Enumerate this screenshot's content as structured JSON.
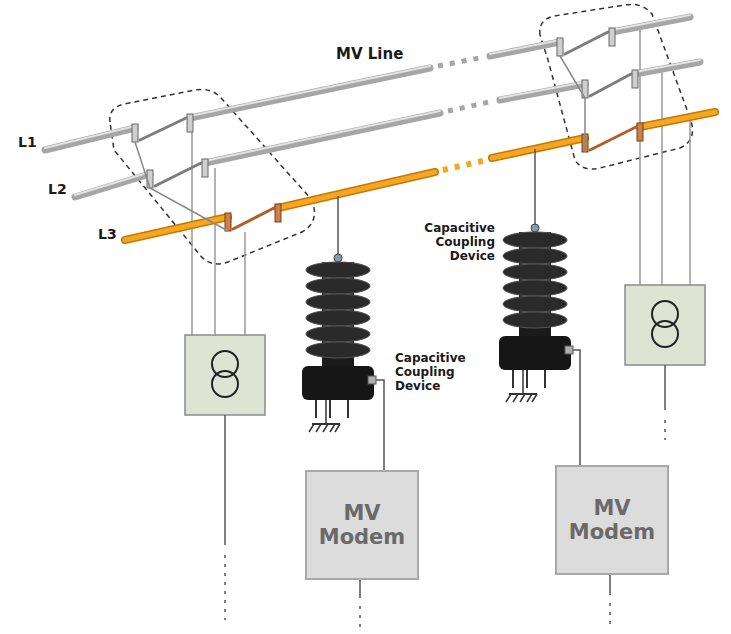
{
  "diagram": {
    "nodes": [
      {
        "text": [
          "MV Modem"
        ]
      },
      {
        "text": [
          "MV Modem"
        ]
      }
    ],
    "labels": [
      "MV Line",
      "L1",
      "L2",
      "L3",
      "Capacitive Coupling Device",
      "Capacitive Coupling Device"
    ]
  }
}
